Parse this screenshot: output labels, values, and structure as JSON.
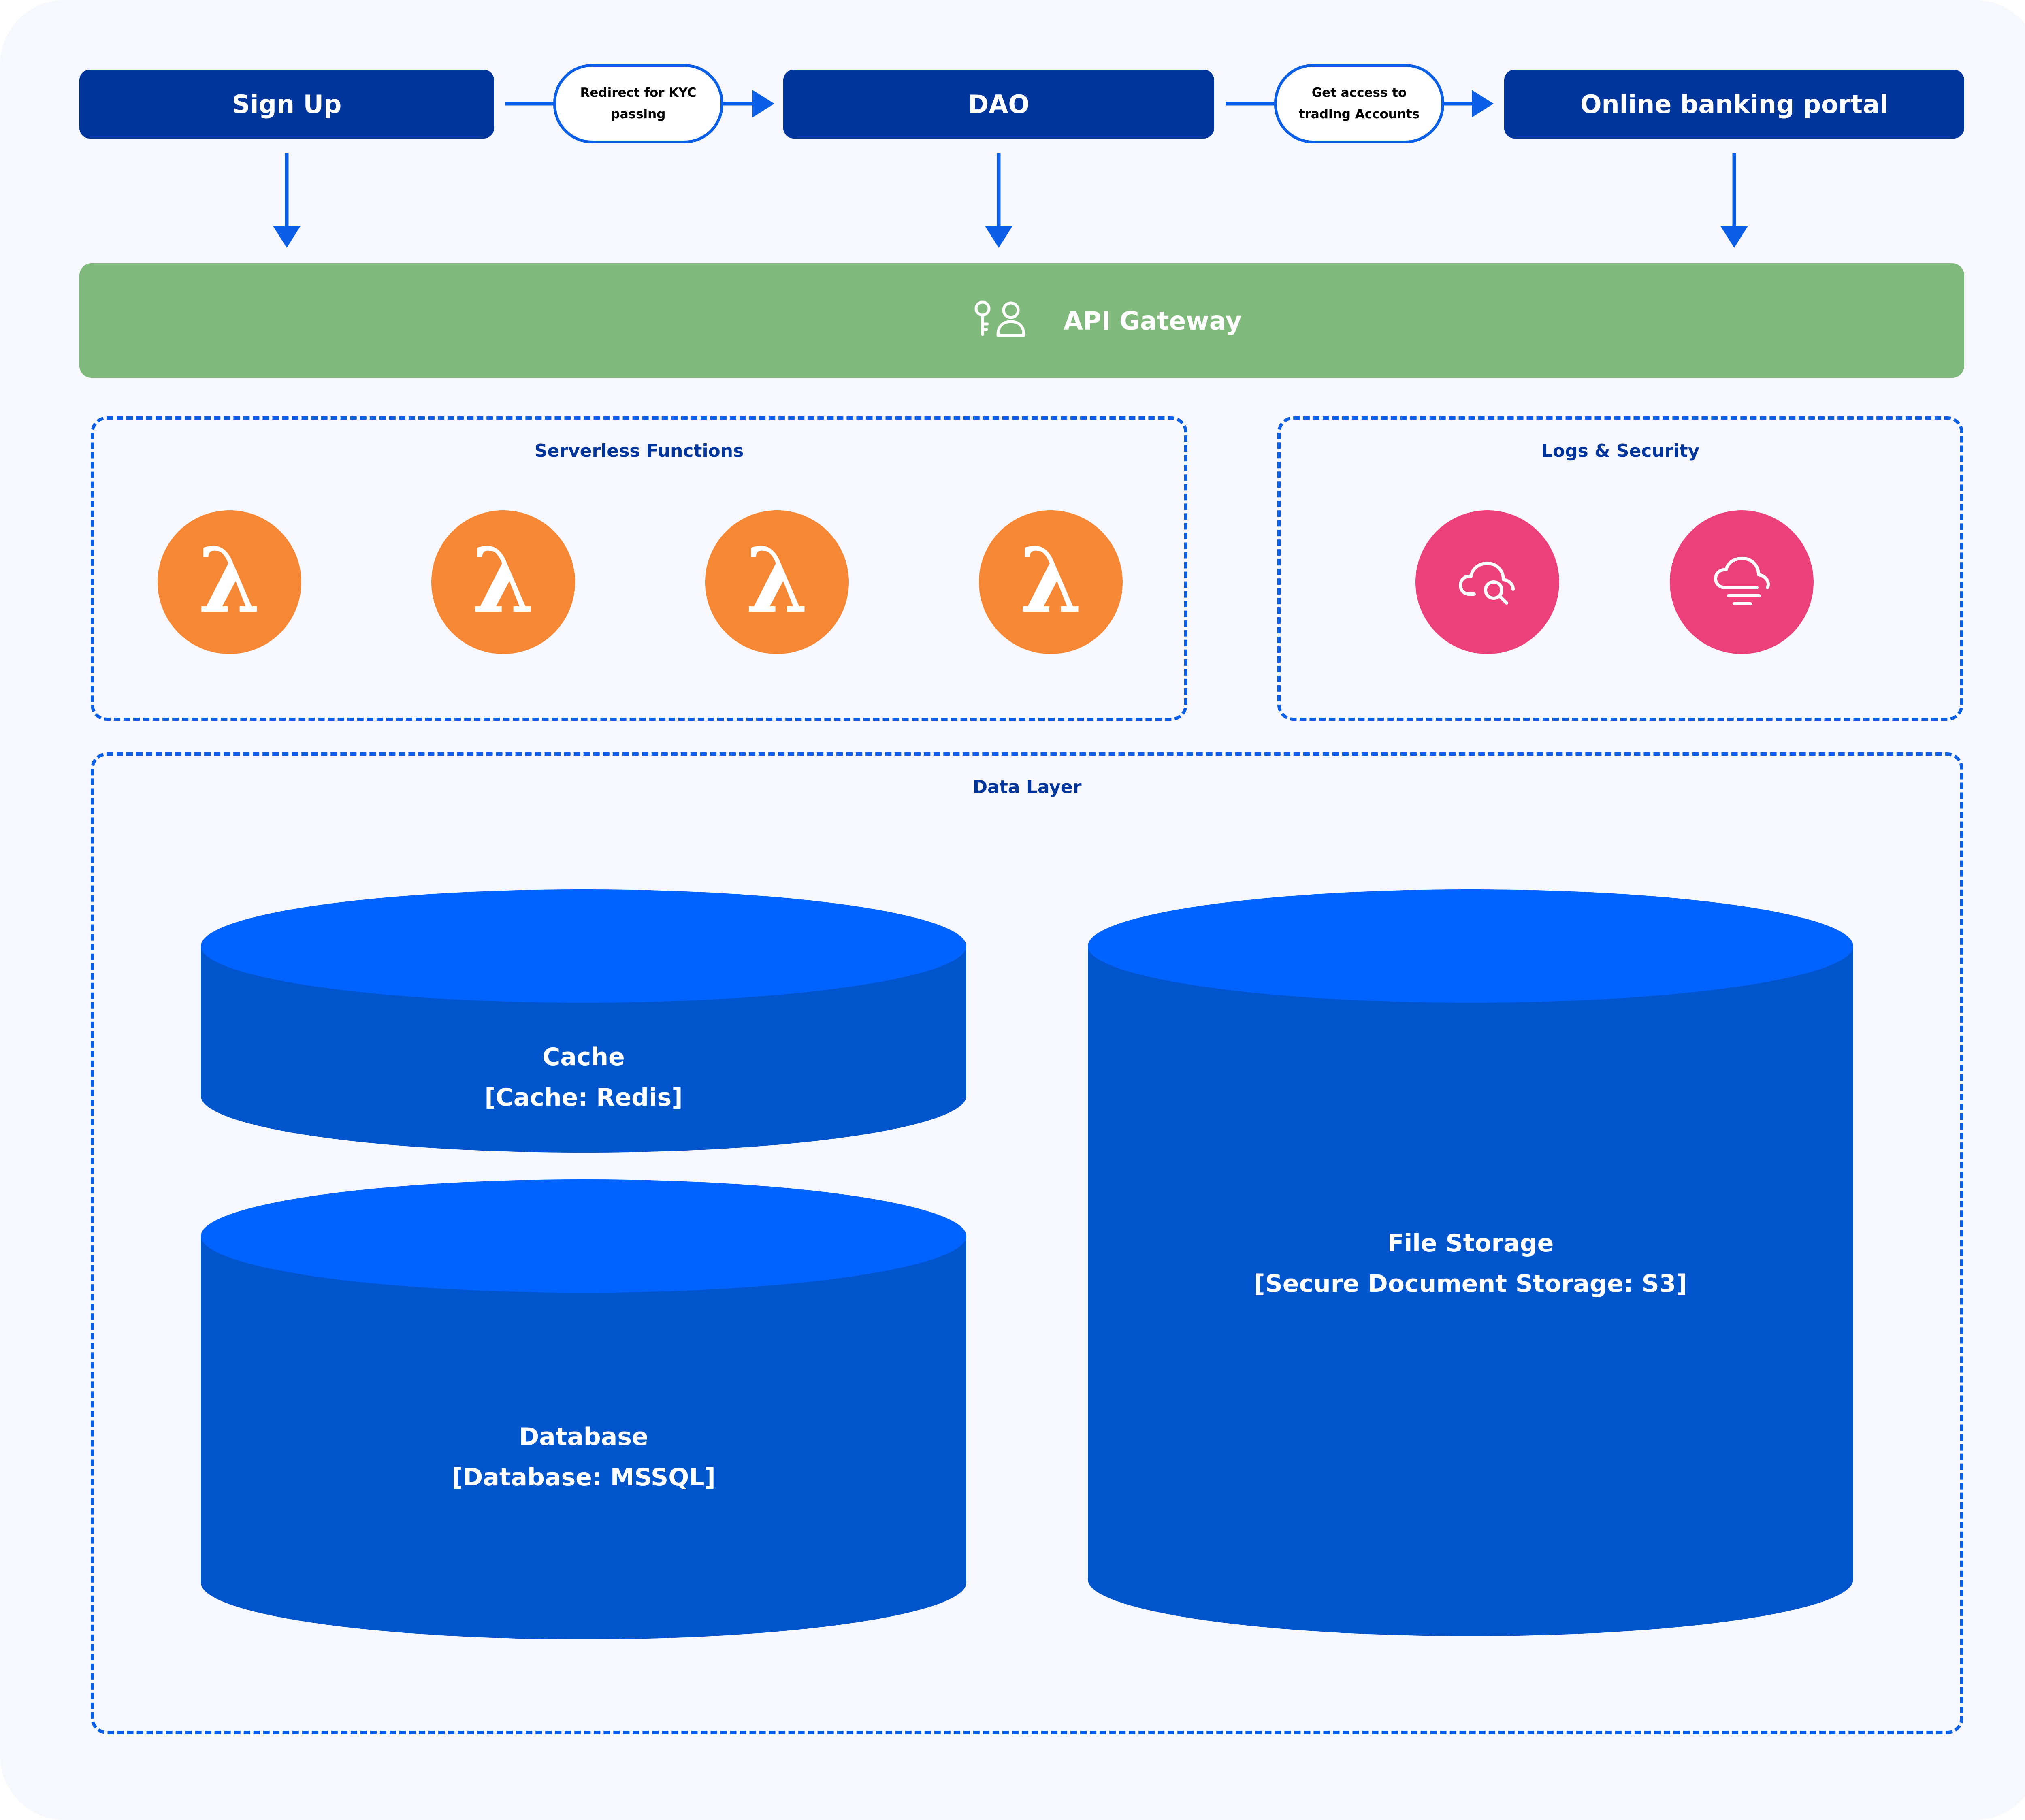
{
  "flow": {
    "signup": "Sign Up",
    "kyc_line1": "Redirect for KYC",
    "kyc_line2": "passing",
    "dao": "DAO",
    "trading_line1": "Get access to",
    "trading_line2": "trading Accounts",
    "portal": "Online banking portal"
  },
  "gateway": {
    "label": "API Gateway",
    "icon": "key-user-icon"
  },
  "serverless": {
    "title": "Serverless Functions",
    "function_icon": "lambda-icon",
    "glyph": "λ"
  },
  "logs": {
    "title": "Logs & Security",
    "icons": [
      "cloud-search-icon",
      "cloud-fog-icon"
    ]
  },
  "data_layer": {
    "title": "Data Layer",
    "cache": {
      "name": "Cache",
      "tech": "[Cache: Redis]"
    },
    "database": {
      "name": "Database",
      "tech": "[Database: MSSQL]"
    },
    "storage": {
      "name": "File Storage",
      "tech": "[Secure Document Storage: S3]"
    }
  },
  "colors": {
    "navy": "#00359b",
    "accent_blue": "#0a5fe6",
    "gateway_green": "#7fb97c",
    "lambda_orange": "#f58735",
    "security_pink": "#ec407a",
    "cylinder_body": "#0055cc",
    "cylinder_top": "#0062ff"
  }
}
